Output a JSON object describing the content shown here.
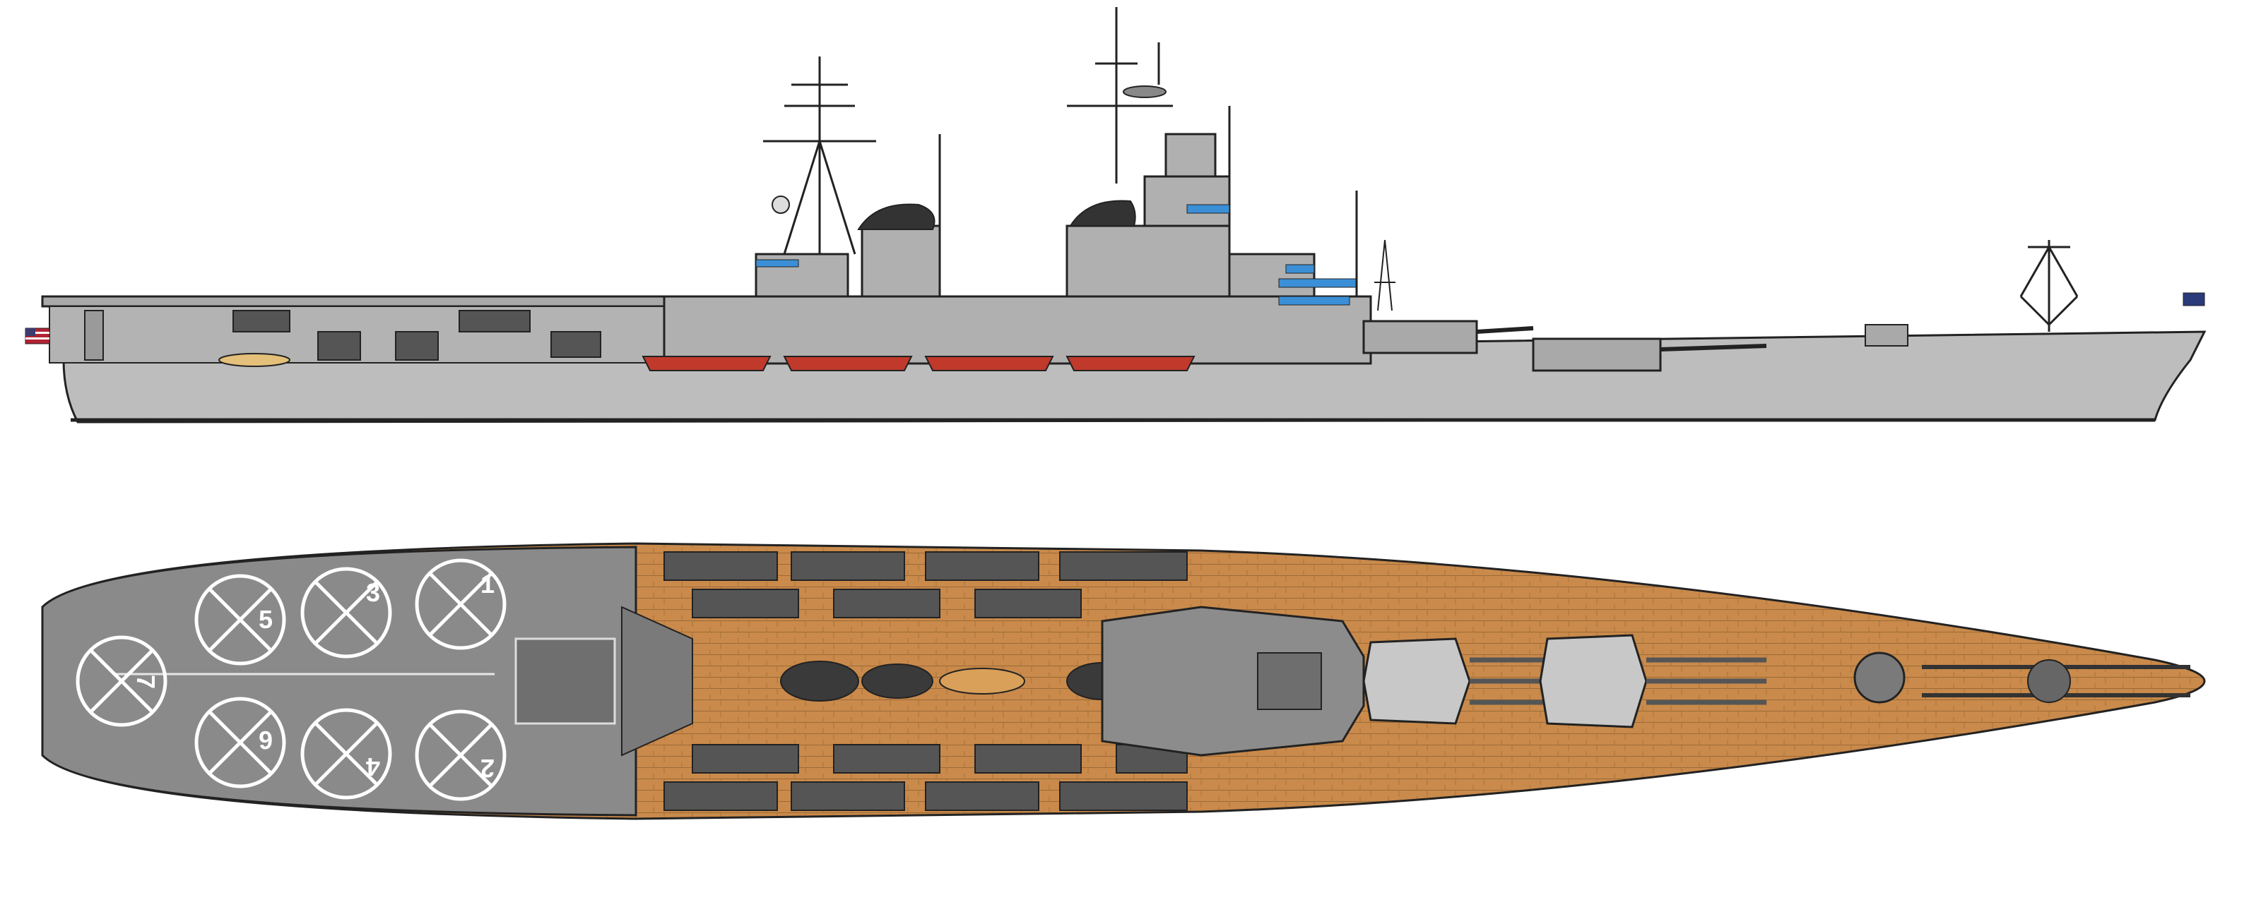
{
  "drawing": {
    "views": [
      "side-profile",
      "top-plan"
    ],
    "colors": {
      "hull_gray": "#bdbdbd",
      "superstructure_gray": "#a9a9a9",
      "dark_gray": "#555555",
      "deck_wood": "#c98a4b",
      "flight_deck": "#8a8a8a",
      "window_blue": "#3a8fd6",
      "boat_red": "#c0392b",
      "outline": "#222222"
    },
    "flags": {
      "stern": "us-flag-icon",
      "bow": "union-jack-icon"
    }
  },
  "flight_deck": {
    "helipads": [
      {
        "label": "1"
      },
      {
        "label": "2"
      },
      {
        "label": "3"
      },
      {
        "label": "4"
      },
      {
        "label": "5"
      },
      {
        "label": "6"
      },
      {
        "label": "7"
      }
    ]
  }
}
